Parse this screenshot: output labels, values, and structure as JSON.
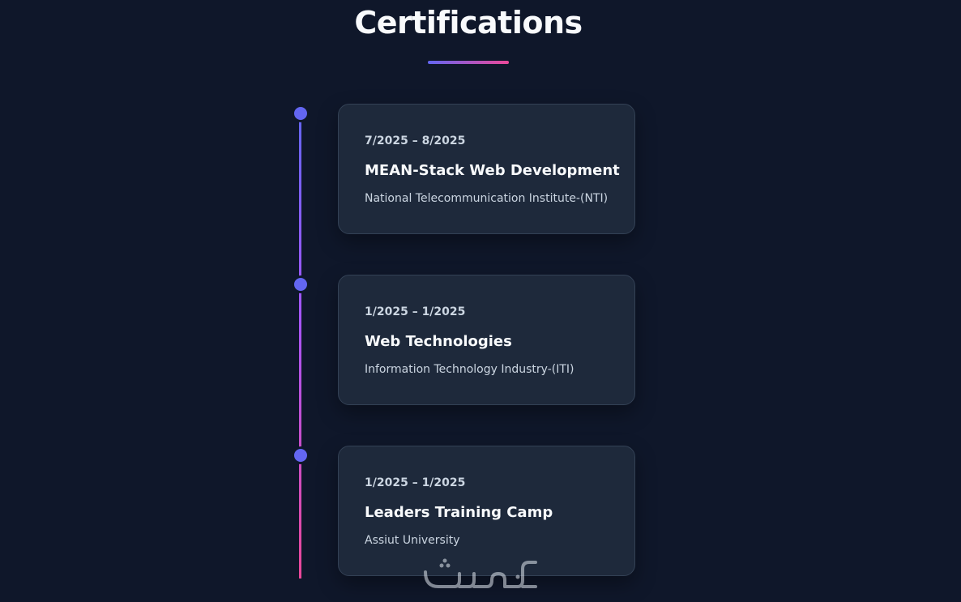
{
  "section": {
    "title": "Certifications"
  },
  "certifications": [
    {
      "date": "7/2025 – 8/2025",
      "title": "MEAN-Stack Web Development",
      "org": "National Telecommunication Institute-(NTI)"
    },
    {
      "date": "1/2025 – 1/2025",
      "title": "Web Technologies",
      "org": "Information Technology Industry-(ITI)"
    },
    {
      "date": "1/2025 – 1/2025",
      "title": "Leaders Training Camp",
      "org": "Assiut University"
    }
  ],
  "watermark": {
    "text": "خمسات"
  },
  "colors": {
    "background": "#0f172a",
    "card": "#1e293b",
    "accent_start": "#6366f1",
    "accent_end": "#ec4899"
  }
}
